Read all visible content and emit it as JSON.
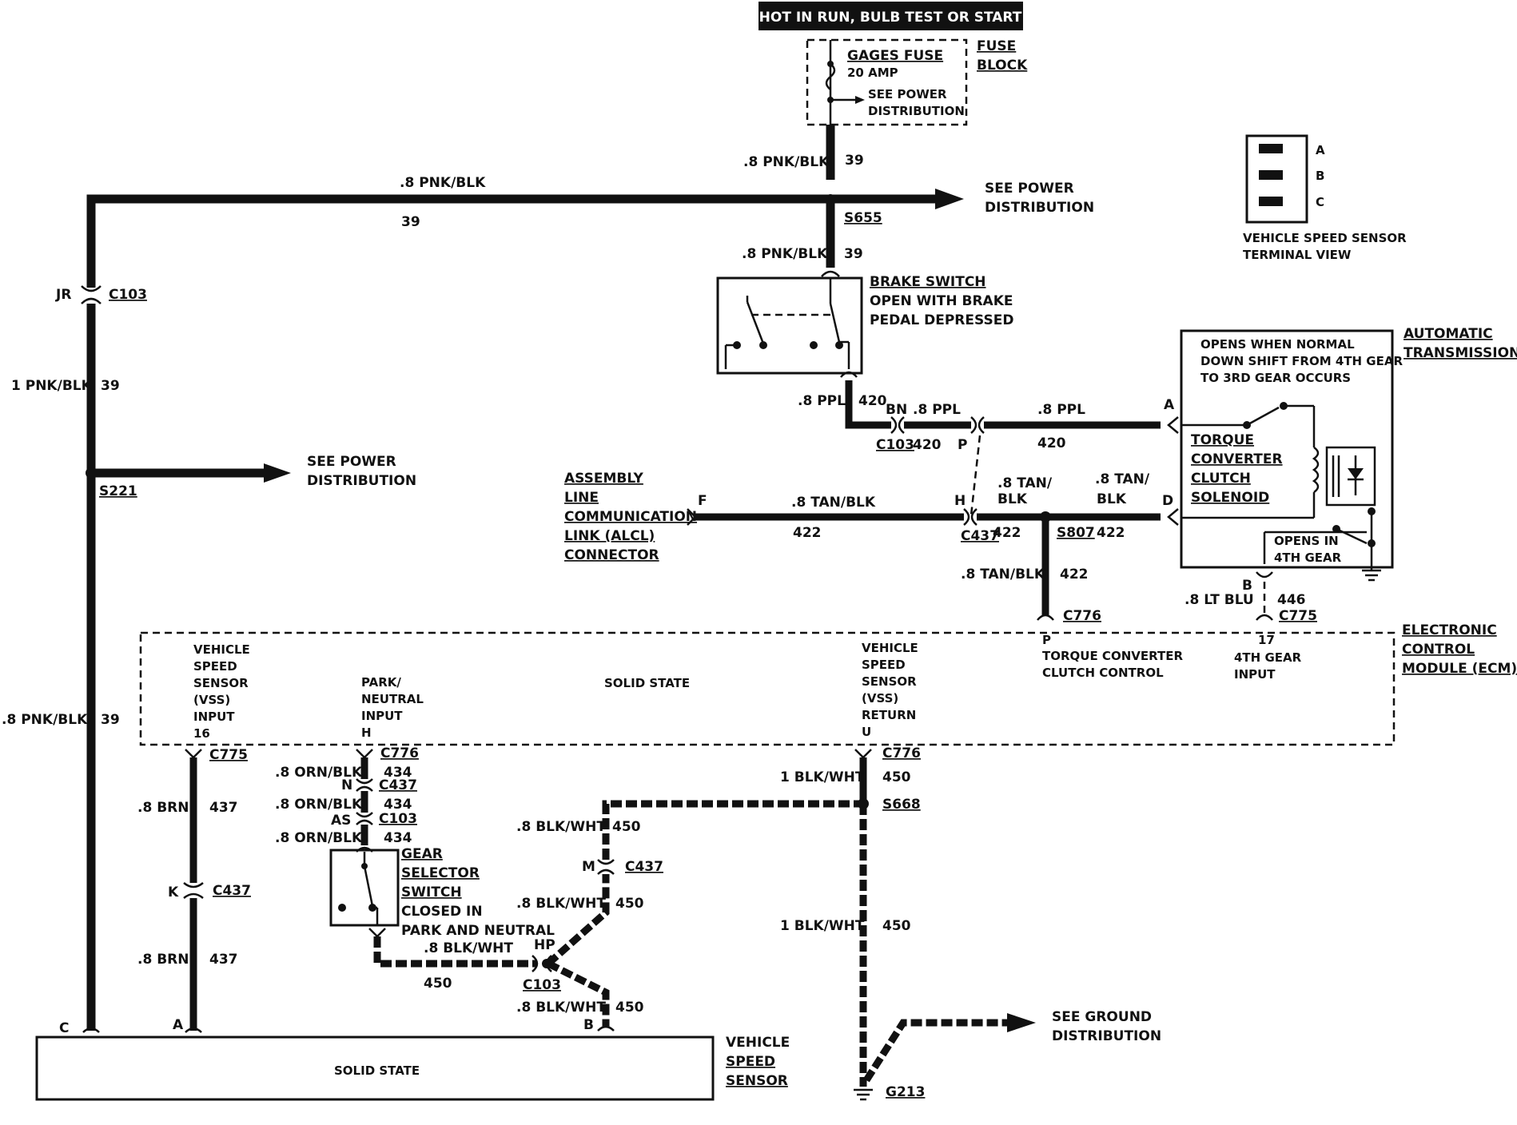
{
  "header": {
    "title": "HOT IN RUN, BULB TEST OR START"
  },
  "fuse_block": {
    "name_line1": "FUSE",
    "name_line2": "BLOCK",
    "fuse_name": "GAGES FUSE",
    "fuse_rating": "20 AMP",
    "see_power_line1": "SEE POWER",
    "see_power_line2": "DISTRIBUTION"
  },
  "vss_terminal": {
    "pins": [
      "A",
      "B",
      "C"
    ],
    "caption_line1": "VEHICLE SPEED SENSOR",
    "caption_line2": "TERMINAL VIEW"
  },
  "wires": {
    "w39_a_gauge": ".8 PNK/BLK",
    "w39_a_num": "39",
    "w39_top_gauge": ".8 PNK/BLK",
    "w39_top_num": "39",
    "w39_b_gauge": ".8 PNK/BLK",
    "w39_b_num": "39",
    "w39_c_gauge": "1 PNK/BLK",
    "w39_c_num": "39",
    "w39_d_gauge": ".8 PNK/BLK",
    "w39_d_num": "39",
    "w420_a_gauge": ".8 PPL",
    "w420_a_num": "420",
    "w420_b_gauge": ".8 PPL",
    "w420_b_num": "420",
    "w420_c_gauge": ".8 PPL",
    "w420_c_num": "420",
    "w422_a_gauge": ".8 TAN/BLK",
    "w422_a_num": "422",
    "w422_b_gauge1": ".8 TAN/",
    "w422_b_gauge2": "BLK",
    "w422_b_num": "422",
    "w422_c_gauge1": ".8 TAN/",
    "w422_c_gauge2": "BLK",
    "w422_c_num": "422",
    "w422_d_gauge": ".8 TAN/BLK",
    "w422_d_num": "422",
    "w446_gauge": ".8 LT BLU",
    "w446_num": "446",
    "w437_a_gauge": ".8 BRN",
    "w437_a_num": "437",
    "w437_b_gauge": ".8 BRN",
    "w437_b_num": "437",
    "w434_a_gauge": ".8 ORN/BLK",
    "w434_a_num": "434",
    "w434_b_gauge": ".8 ORN/BLK",
    "w434_b_num": "434",
    "w434_c_gauge": ".8 ORN/BLK",
    "w434_c_num": "434",
    "w450_a_gauge": "1 BLK/WHT",
    "w450_a_num": "450",
    "w450_b_gauge": ".8 BLK/WHT",
    "w450_b_num": "450",
    "w450_c_gauge": ".8 BLK/WHT",
    "w450_c_num": "450",
    "w450_d_gauge": "1 BLK/WHT",
    "w450_d_num": "450",
    "w450_e_gauge": ".8 BLK/WHT",
    "w450_e_num": "450",
    "w450_f_gauge": ".8 BLK/WHT",
    "w450_f_num": "450"
  },
  "connectors": {
    "c103_left_pin": "JR",
    "c103_left": "C103",
    "c103_bn_pin": "BN",
    "c103_bn": "C103",
    "c103_as_pin": "AS",
    "c103_as": "C103",
    "c103_hp_pin": "HP",
    "c103_hp": "C103",
    "c437_p_pin": "P",
    "c437_h_pin": "H",
    "c437_h": "C437",
    "c437_k_pin": "K",
    "c437_k": "C437",
    "c437_n_pin": "N",
    "c437_n": "C437",
    "c437_m_pin": "M",
    "c437_m": "C437",
    "c776_p": "C776",
    "c776_h": "C776",
    "c776_u": "C776",
    "c775_b_pin": "B",
    "c775_17": "C775",
    "c775_16": "C775",
    "alcl_pin": "F",
    "trans_pin_a": "A",
    "trans_pin_d": "D",
    "vss_pin_c": "C",
    "vss_pin_a": "A",
    "vss_pin_b": "B"
  },
  "splices": {
    "s655": "S655",
    "s221": "S221",
    "s807": "S807",
    "s668": "S668",
    "g213": "G213"
  },
  "components": {
    "brake_switch": {
      "line1": "BRAKE SWITCH",
      "line2": "OPEN WITH BRAKE",
      "line3": "PEDAL DEPRESSED"
    },
    "see_power_mid": {
      "line1": "SEE POWER",
      "line2": "DISTRIBUTION"
    },
    "see_power_left": {
      "line1": "SEE POWER",
      "line2": "DISTRIBUTION"
    },
    "alcl": {
      "line1": "ASSEMBLY",
      "line2": "LINE",
      "line3": "COMMUNICATION",
      "line4": "LINK (ALCL)",
      "line5": "CONNECTOR"
    },
    "auto_trans": {
      "name_line1": "AUTOMATIC",
      "name_line2": "TRANSMISSION",
      "note_line1": "OPENS WHEN NORMAL",
      "note_line2": "DOWN SHIFT FROM 4TH GEAR",
      "note_line3": "TO 3RD GEAR OCCURS",
      "tcc_line1": "TORQUE",
      "tcc_line2": "CONVERTER",
      "tcc_line3": "CLUTCH",
      "tcc_line4": "SOLENOID",
      "fourth_line1": "OPENS IN",
      "fourth_line2": "4TH GEAR"
    },
    "ecm": {
      "name_line1": "ELECTRONIC",
      "name_line2": "CONTROL",
      "name_line3": "MODULE (ECM)",
      "solid_state": "SOLID STATE",
      "vss_in": [
        "VEHICLE",
        "SPEED",
        "SENSOR",
        "(VSS)",
        "INPUT",
        "16"
      ],
      "pn_in": [
        "PARK/",
        "NEUTRAL",
        "INPUT",
        "H"
      ],
      "vss_ret": [
        "VEHICLE",
        "SPEED",
        "SENSOR",
        "(VSS)",
        "RETURN",
        "U"
      ],
      "tcc_ctl": [
        "P",
        "TORQUE CONVERTER",
        "CLUTCH CONTROL"
      ],
      "fourth_in": [
        "17",
        "4TH GEAR",
        "INPUT"
      ]
    },
    "gear_switch": {
      "line1": "GEAR",
      "line2": "SELECTOR",
      "line3": "SWITCH",
      "line4": "CLOSED IN",
      "line5": "PARK AND NEUTRAL"
    },
    "vss": {
      "solid_state": "SOLID STATE",
      "line1": "VEHICLE",
      "line2": "SPEED",
      "line3": "SENSOR"
    },
    "ground": {
      "line1": "SEE GROUND",
      "line2": "DISTRIBUTION"
    }
  }
}
